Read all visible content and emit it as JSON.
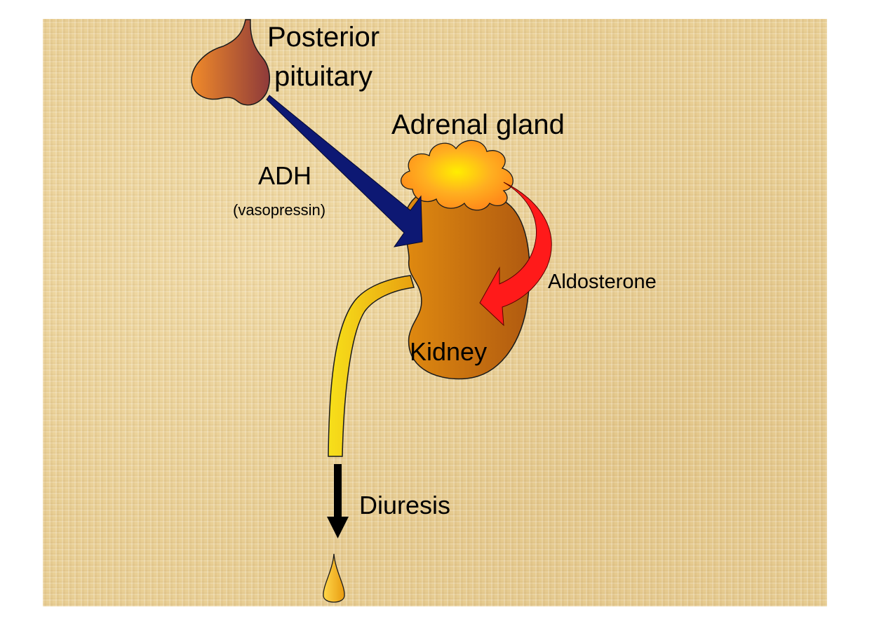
{
  "labels": {
    "posterior": "Posterior",
    "pituitary": "pituitary",
    "adrenal_gland": "Adrenal gland",
    "adh": "ADH",
    "vasopressin": "(vasopressin)",
    "aldosterone": "Aldosterone",
    "kidney": "Kidney",
    "diuresis": "Diuresis"
  },
  "colors": {
    "background": "#e9cf95",
    "pituitary_light": "#f08a2a",
    "pituitary_dark": "#8e3a3a",
    "adrenal_center": "#ffee00",
    "adrenal_edge": "#ff8c1a",
    "kidney_light": "#e08a10",
    "kidney_dark": "#b05a10",
    "ureter_light": "#f7e01a",
    "ureter_dark": "#e8a010",
    "adh_arrow": "#0d1873",
    "aldosterone_arrow": "#ff1a1a",
    "diuresis_arrow": "#000000",
    "drop": "#f2b010"
  }
}
